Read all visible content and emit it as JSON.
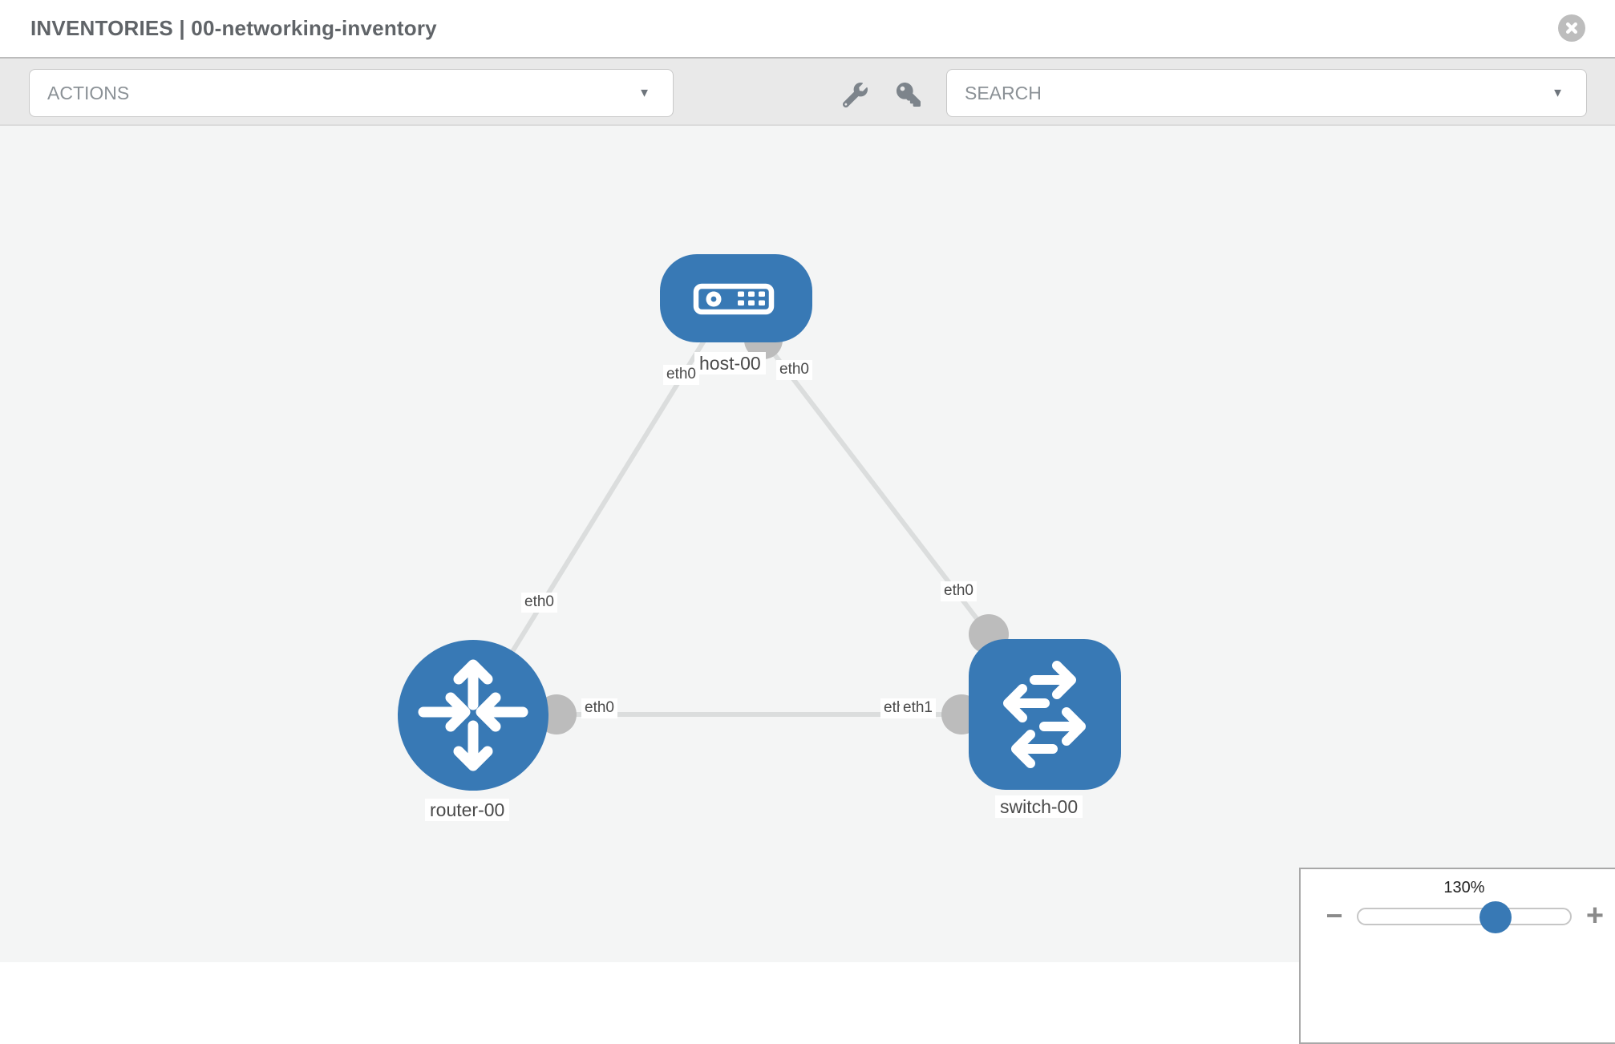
{
  "header": {
    "title": "INVENTORIES | 00-networking-inventory"
  },
  "toolbar": {
    "actions_label": "ACTIONS",
    "search_label": "SEARCH",
    "tool_icons": [
      "wrench-icon",
      "key-icon"
    ]
  },
  "glyphs": {
    "caret_down": "▼",
    "minus": "−",
    "plus": "+"
  },
  "colors": {
    "node_blue": "#3879b5",
    "connector_gray": "#bcbcbc",
    "link_gray": "#dbdddd",
    "canvas_bg": "#f4f5f5",
    "toolbar_bg": "#e9e9e9"
  },
  "topology": {
    "nodes": [
      {
        "name": "host-00",
        "type": "host"
      },
      {
        "name": "router-00",
        "type": "router"
      },
      {
        "name": "switch-00",
        "type": "switch"
      }
    ],
    "links": [
      {
        "from": "host-00",
        "to": "router-00",
        "host_end": "eth0",
        "router_end": "eth0"
      },
      {
        "from": "host-00",
        "to": "switch-00",
        "host_end": "eth0",
        "switch_end": "eth0"
      },
      {
        "from": "router-00",
        "to": "switch-00",
        "router_end": "eth0",
        "switch_end": "eth1",
        "switch_end_overlapped": "eth0"
      }
    ]
  },
  "zoom_control": {
    "level": "130%"
  }
}
